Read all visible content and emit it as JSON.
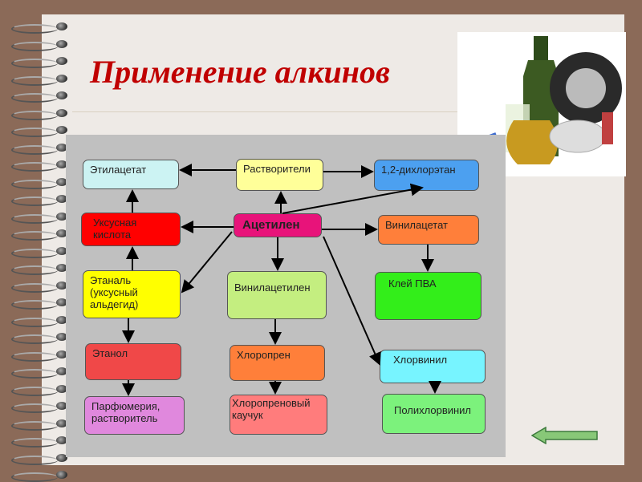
{
  "slide": {
    "title": "Применение алкинов"
  },
  "diagram": {
    "center": "Ацетилен",
    "nodes": {
      "ethyl_acetate": "Этилацетат",
      "solvents": "Растворители",
      "dichloroethane": "1,2-дихлорэтан",
      "acetic_acid": "Уксусная кислота",
      "vinyl_acetate": "Винилацетат",
      "ethanal": "Этаналь (уксусный альдегид)",
      "vinylacetylene": "Винилацетилен",
      "pva_glue": "Клей ПВА",
      "ethanol": "Этанол",
      "chloroprene": "Хлоропрен",
      "vinyl_chloride": "Хлорвинил",
      "perfumery": "Парфюмерия, растворитель",
      "chloroprene_rubber": "Хлоропреновый каучук",
      "polyvinyl_chloride": "Полихлорвинил"
    }
  },
  "colors": {
    "title": "#c00000",
    "diagram_bg": "#c0c0c0",
    "center": "#e8137a"
  },
  "icons": {
    "back": "left-arrow-icon"
  }
}
